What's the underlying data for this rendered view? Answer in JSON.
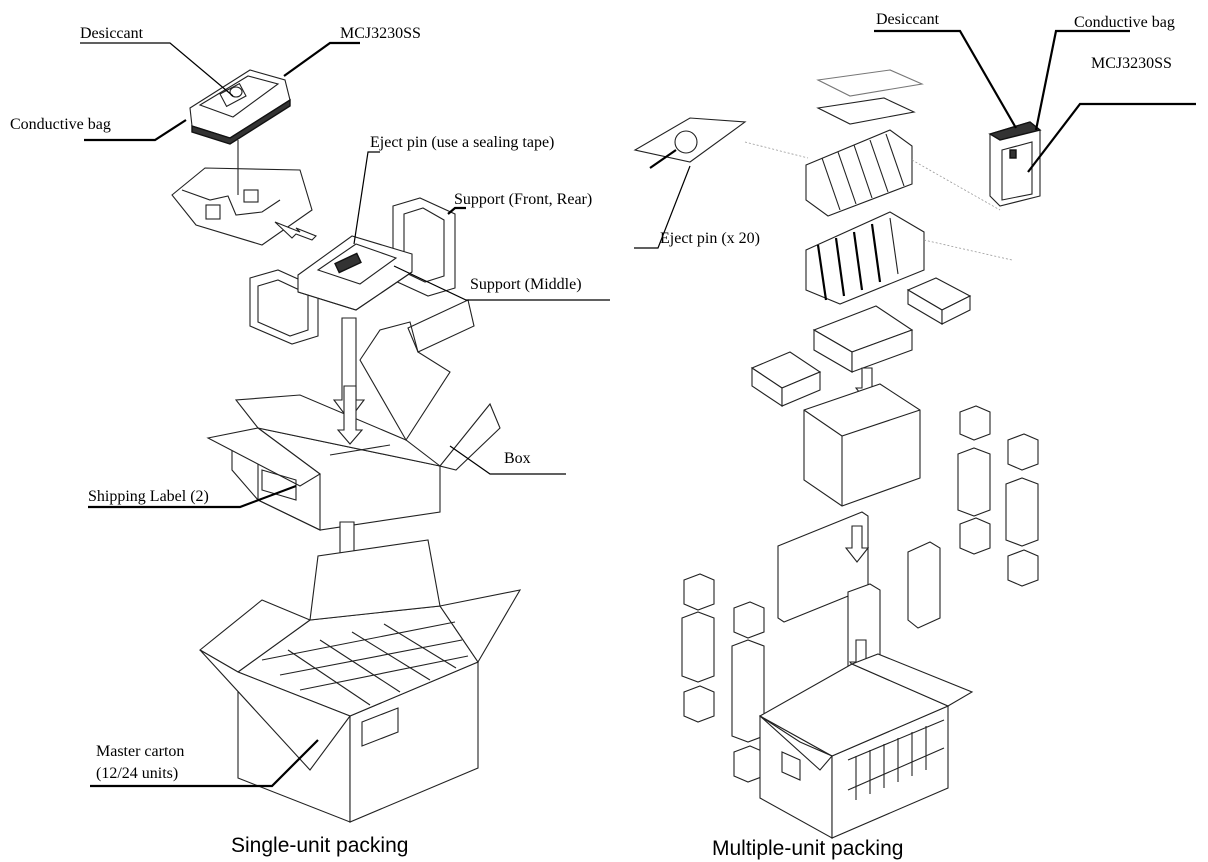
{
  "single": {
    "caption": "Single-unit packing",
    "labels": {
      "desiccant": "Desiccant",
      "model": "MCJ3230SS",
      "conductive_bag": "Conductive bag",
      "eject_pin": "Eject pin (use a sealing tape)",
      "support_fr": "Support (Front, Rear)",
      "support_mid": "Support (Middle)",
      "box": "Box",
      "shipping_label": "Shipping Label (2)",
      "master_carton_1": "Master carton",
      "master_carton_2": "(12/24 units)"
    }
  },
  "multiple": {
    "caption": "Multiple-unit packing",
    "labels": {
      "desiccant": "Desiccant",
      "conductive_bag": "Conductive bag",
      "model": "MCJ3230SS",
      "eject_pin": "Eject pin (x 20)"
    }
  }
}
